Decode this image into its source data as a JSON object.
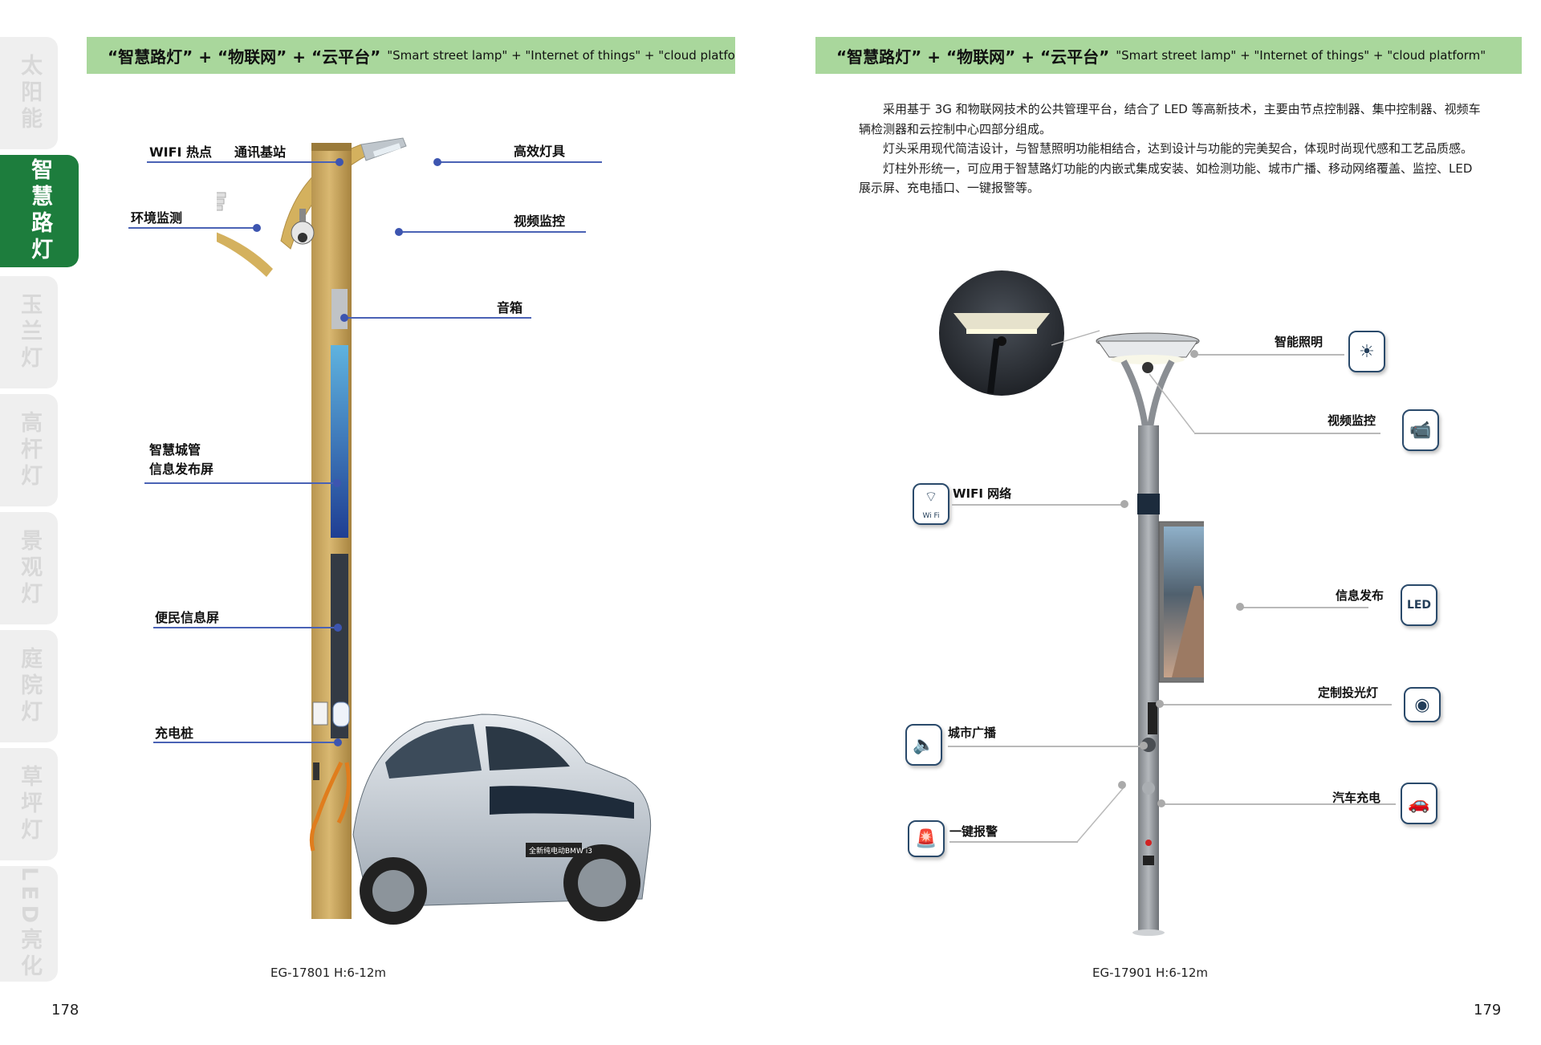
{
  "sidebar": {
    "tabs": [
      {
        "label": "太阳能",
        "active": false
      },
      {
        "label": "智慧路灯",
        "active": true
      },
      {
        "label": "玉兰灯",
        "active": false
      },
      {
        "label": "高杆灯",
        "active": false
      },
      {
        "label": "景观灯",
        "active": false
      },
      {
        "label": "庭院灯",
        "active": false
      },
      {
        "label": "草坪灯",
        "active": false
      },
      {
        "label": "LED亮化",
        "active": false
      }
    ],
    "active_color": "#1d7d3d"
  },
  "left_page": {
    "header_cn": "“智慧路灯”  +  “物联网”  +  “云平台”",
    "header_en": "\"Smart street lamp\" + \"Internet of things\" + \"cloud platform\"",
    "labels": {
      "wifi": "WIFI 热点",
      "base_station": "通讯基站",
      "lamp": "高效灯具",
      "env": "环境监测",
      "video": "视频监控",
      "speaker": "音箱",
      "city_screen_1": "智慧城管",
      "city_screen_2": "信息发布屏",
      "info_screen": "便民信息屏",
      "charger": "充电桩"
    },
    "car_plate": "全新纯电动BMW i3",
    "caption": "EG-17801    H:6-12m",
    "page_number": "178"
  },
  "right_page": {
    "header_cn": "“智慧路灯”  +  “物联网”  +  “云平台”",
    "header_en": "\"Smart street lamp\" + \"Internet of things\" + \"cloud platform\"",
    "description": [
      "采用基于 3G 和物联网技术的公共管理平台，结合了 LED 等高新技术，主要由节点控制器、集中控制器、视频车辆检测器和云控制中心四部分组成。",
      "灯头采用现代简洁设计，与智慧照明功能相结合，达到设计与功能的完美契合，体现时尚现代感和工艺品质感。",
      "灯柱外形统一，可应用于智慧路灯功能的内嵌式集成安装、如检测功能、城市广播、移动网络覆盖、监控、LED 展示屏、充电插口、一键报警等。"
    ],
    "labels": {
      "lighting": "智能照明",
      "video": "视频监控",
      "wifi": "WIFI 网络",
      "info": "信息发布",
      "projector": "定制投光灯",
      "broadcast": "城市广播",
      "charging": "汽车充电",
      "alarm": "一键报警"
    },
    "icons": {
      "led_text": "LED",
      "wifi_text": "Wi Fi"
    },
    "caption": "EG-17901    H:6-12m",
    "page_number": "179"
  }
}
